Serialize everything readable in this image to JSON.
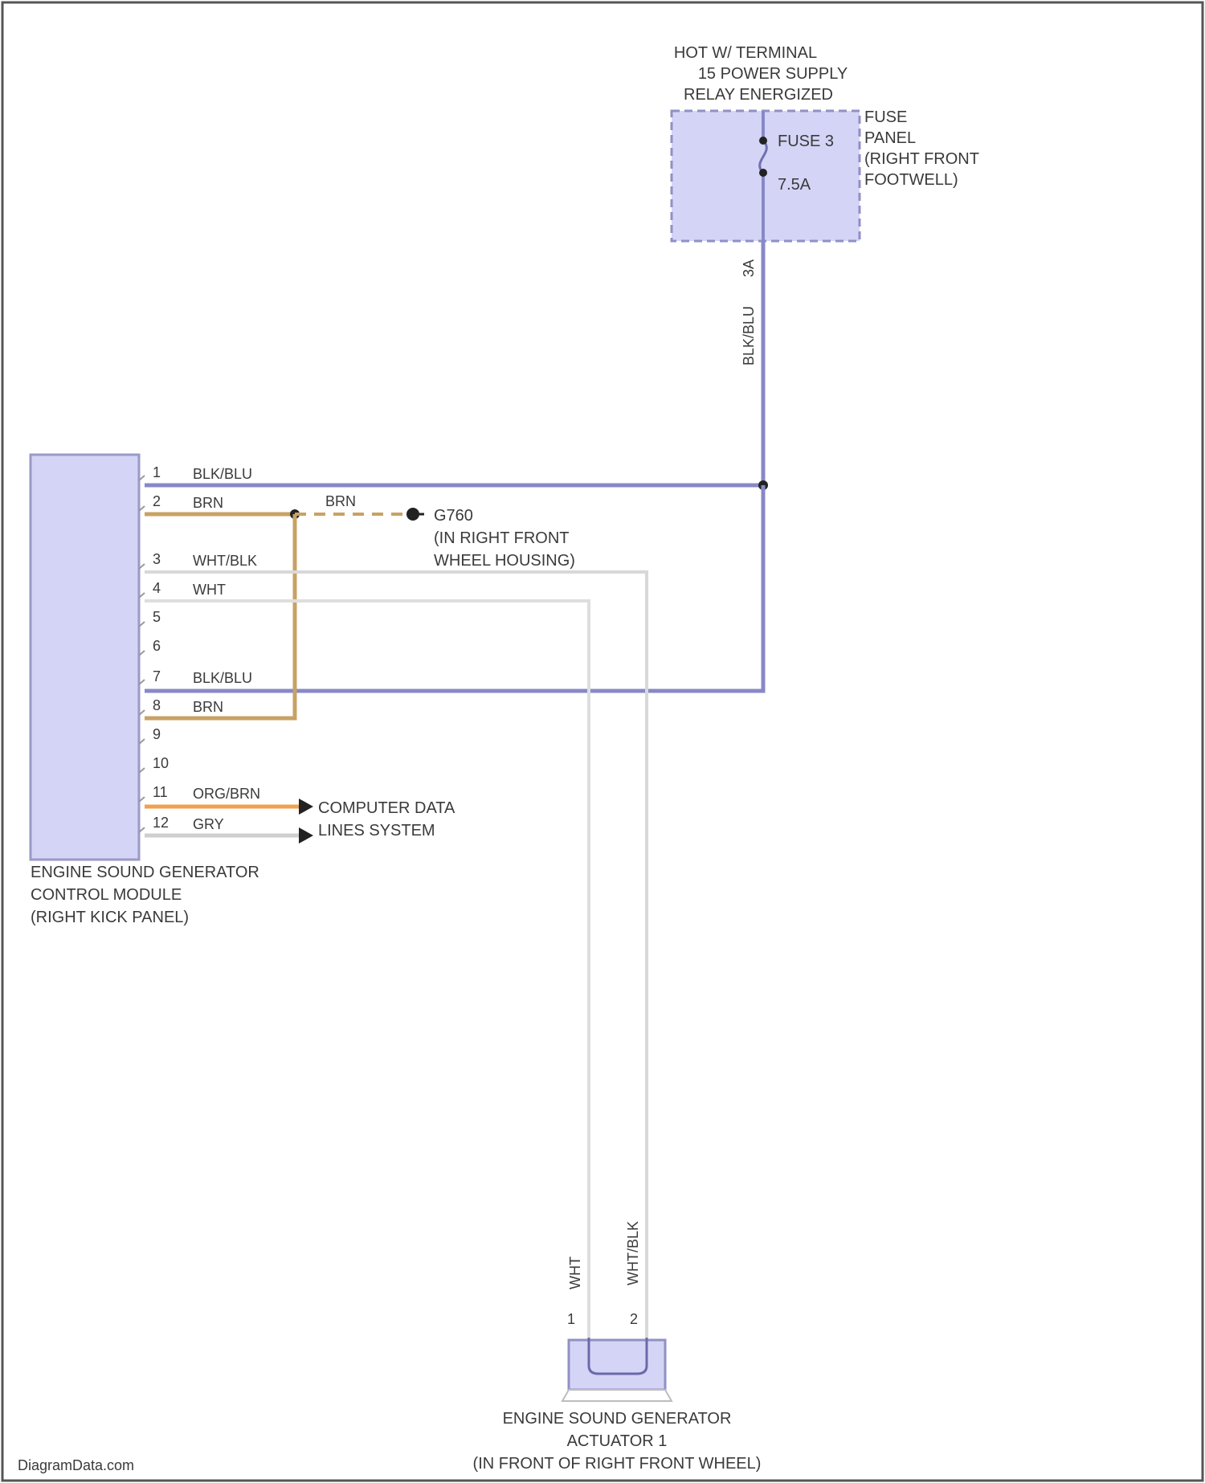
{
  "colors": {
    "module_fill": "#d4d4f6",
    "module_stroke": "#8e8ec8",
    "wire_blu": "#8888c8",
    "wire_brn": "#c8a264",
    "wire_org": "#f0a050",
    "wire_gry": "#cfcfcf",
    "wire_wht": "#dcdcdc",
    "frame": "#555555"
  },
  "fuse_panel": {
    "hot_label": [
      "HOT W/ TERMINAL",
      "15 POWER SUPPLY",
      "RELAY ENERGIZED"
    ],
    "fuse_name": "FUSE 3",
    "fuse_rating": "7.5A",
    "panel_label": [
      "FUSE",
      "PANEL",
      "(RIGHT FRONT",
      "FOOTWELL)"
    ],
    "terminal": "3A",
    "wire_color": "BLK/BLU"
  },
  "control_module": {
    "label": [
      "ENGINE SOUND GENERATOR",
      "CONTROL MODULE",
      "(RIGHT KICK PANEL)"
    ],
    "pins": [
      {
        "num": "1",
        "wire": "BLK/BLU"
      },
      {
        "num": "2",
        "wire": "BRN"
      },
      {
        "num": "3",
        "wire": "WHT/BLK"
      },
      {
        "num": "4",
        "wire": "WHT"
      },
      {
        "num": "5",
        "wire": ""
      },
      {
        "num": "6",
        "wire": ""
      },
      {
        "num": "7",
        "wire": "BLK/BLU"
      },
      {
        "num": "8",
        "wire": "BRN"
      },
      {
        "num": "9",
        "wire": ""
      },
      {
        "num": "10",
        "wire": ""
      },
      {
        "num": "11",
        "wire": "ORG/BRN"
      },
      {
        "num": "12",
        "wire": "GRY"
      }
    ]
  },
  "ground": {
    "splice_wire": "BRN",
    "name": "G760",
    "location": [
      "(IN RIGHT FRONT",
      "WHEEL HOUSING)"
    ]
  },
  "data_lines": [
    "COMPUTER DATA",
    "LINES SYSTEM"
  ],
  "actuator": {
    "label": [
      "ENGINE SOUND GENERATOR",
      "ACTUATOR 1",
      "(IN FRONT OF RIGHT FRONT WHEEL)"
    ],
    "pin1": "1",
    "pin2": "2",
    "wire1": "WHT",
    "wire2": "WHT/BLK"
  },
  "watermark": "DiagramData.com"
}
